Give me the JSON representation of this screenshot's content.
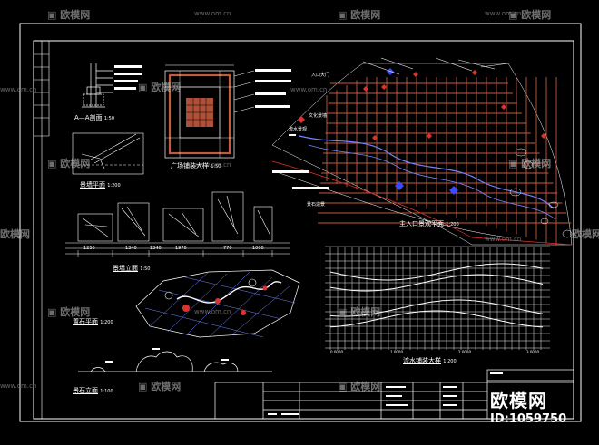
{
  "labels": {
    "a_section": "A—A剖面",
    "a_section_scale": "1:50",
    "plaza_paving": "广场铺装大样",
    "plaza_paving_scale": "1:50",
    "wall_plan": "景墙平面",
    "wall_plan_scale": "1:200",
    "wall_elevation": "景墙立面",
    "wall_elevation_scale": "1:50",
    "rock_plan": "置石平面",
    "rock_plan_scale": "1:200",
    "rock_elevation": "景石立面",
    "rock_elevation_scale": "1:100",
    "main_entrance": "主入口景观平面",
    "main_entrance_scale": "1:200",
    "stream_paving": "流水铺装大样",
    "stream_paving_scale": "1:200",
    "entrance_gate": "入口大门",
    "culture_wall": "文化景墙",
    "stream": "流水景观",
    "shadow_stone": "景石造景"
  },
  "dimensions": {
    "wall": [
      "1250",
      "1340",
      "1340",
      "1970",
      "770",
      "1000"
    ],
    "stream_axis": [
      "0.0000",
      "1.0000",
      "2.0000",
      "3.0000"
    ]
  },
  "watermark": {
    "brand": "欧模网",
    "url": "www.om.cn",
    "id_label": "ID:1059750"
  },
  "colors": {
    "background": "#000000",
    "line": "#ffffff",
    "paving_fill": "#c25a3f",
    "stream": "#6f86ff",
    "accent_red": "#e0322c",
    "water_blue": "#3b4cff"
  }
}
